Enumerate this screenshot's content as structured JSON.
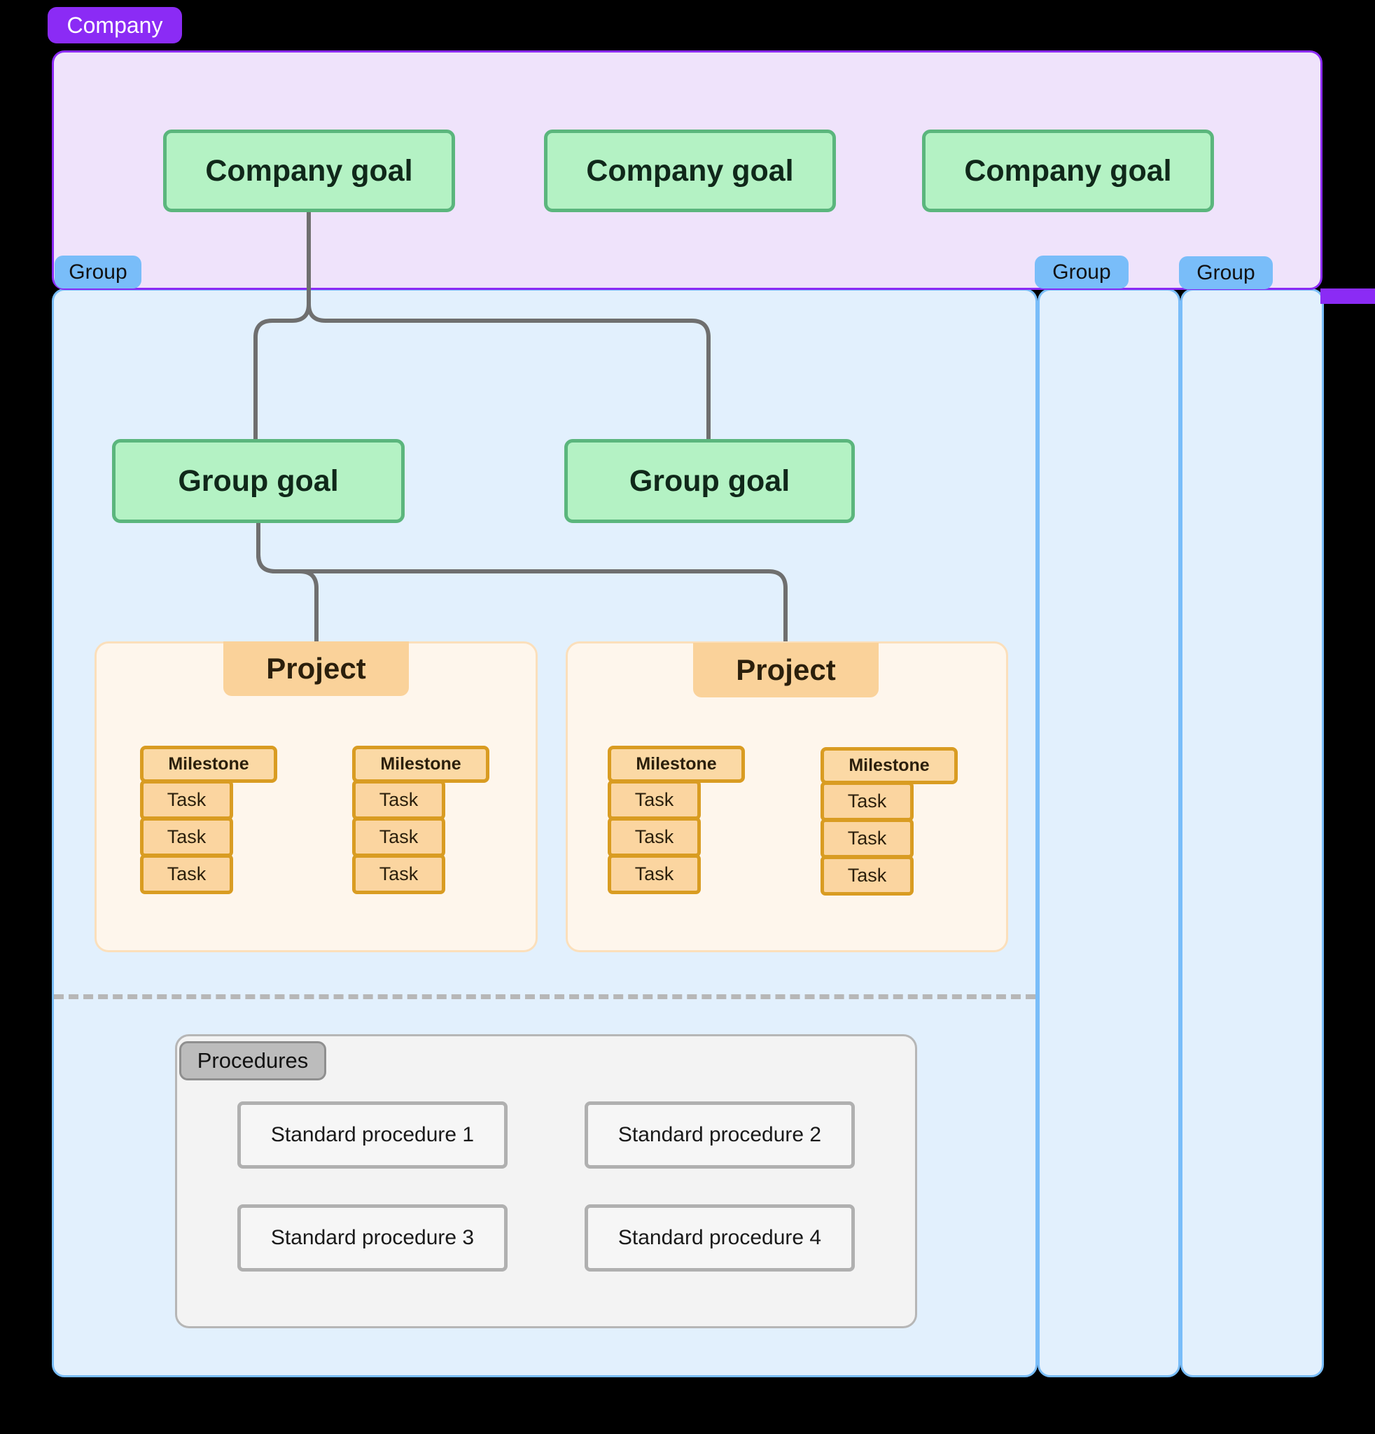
{
  "diagram": {
    "title": "Company / Group / Project hierarchy",
    "colors": {
      "company_accent": "#8b2bf5",
      "company_fill": "#efe3fb",
      "group_accent": "#79bdf9",
      "group_fill": "#e2f0fd",
      "goal_fill": "#b4f2c4",
      "goal_border": "#5bb67d",
      "project_fill": "#fef6ec",
      "project_tab": "#fad29a",
      "milestone_fill": "#fbd9a5",
      "milestone_border": "#d99c22",
      "connector": "#6f6f6f",
      "divider": "#b7b7b7",
      "procedures_fill": "#f3f3f3",
      "procedures_tab": "#bcbcbc"
    }
  },
  "company": {
    "badge_label": "Company",
    "goals": [
      {
        "label": "Company goal"
      },
      {
        "label": "Company goal"
      },
      {
        "label": "Company goal"
      }
    ]
  },
  "groups": [
    {
      "badge_label": "Group"
    },
    {
      "badge_label": "Group"
    },
    {
      "badge_label": "Group"
    }
  ],
  "group_goals": [
    {
      "label": "Group goal"
    },
    {
      "label": "Group goal"
    }
  ],
  "projects": [
    {
      "tab_label": "Project",
      "milestones": [
        {
          "label": "Milestone",
          "tasks": [
            "Task",
            "Task",
            "Task"
          ]
        },
        {
          "label": "Milestone",
          "tasks": [
            "Task",
            "Task",
            "Task"
          ]
        }
      ]
    },
    {
      "tab_label": "Project",
      "milestones": [
        {
          "label": "Milestone",
          "tasks": [
            "Task",
            "Task",
            "Task"
          ]
        },
        {
          "label": "Milestone",
          "tasks": [
            "Task",
            "Task",
            "Task"
          ]
        }
      ]
    }
  ],
  "procedures": {
    "tab_label": "Procedures",
    "items": [
      {
        "label": "Standard procedure 1"
      },
      {
        "label": "Standard procedure 2"
      },
      {
        "label": "Standard procedure 3"
      },
      {
        "label": "Standard procedure 4"
      }
    ]
  }
}
